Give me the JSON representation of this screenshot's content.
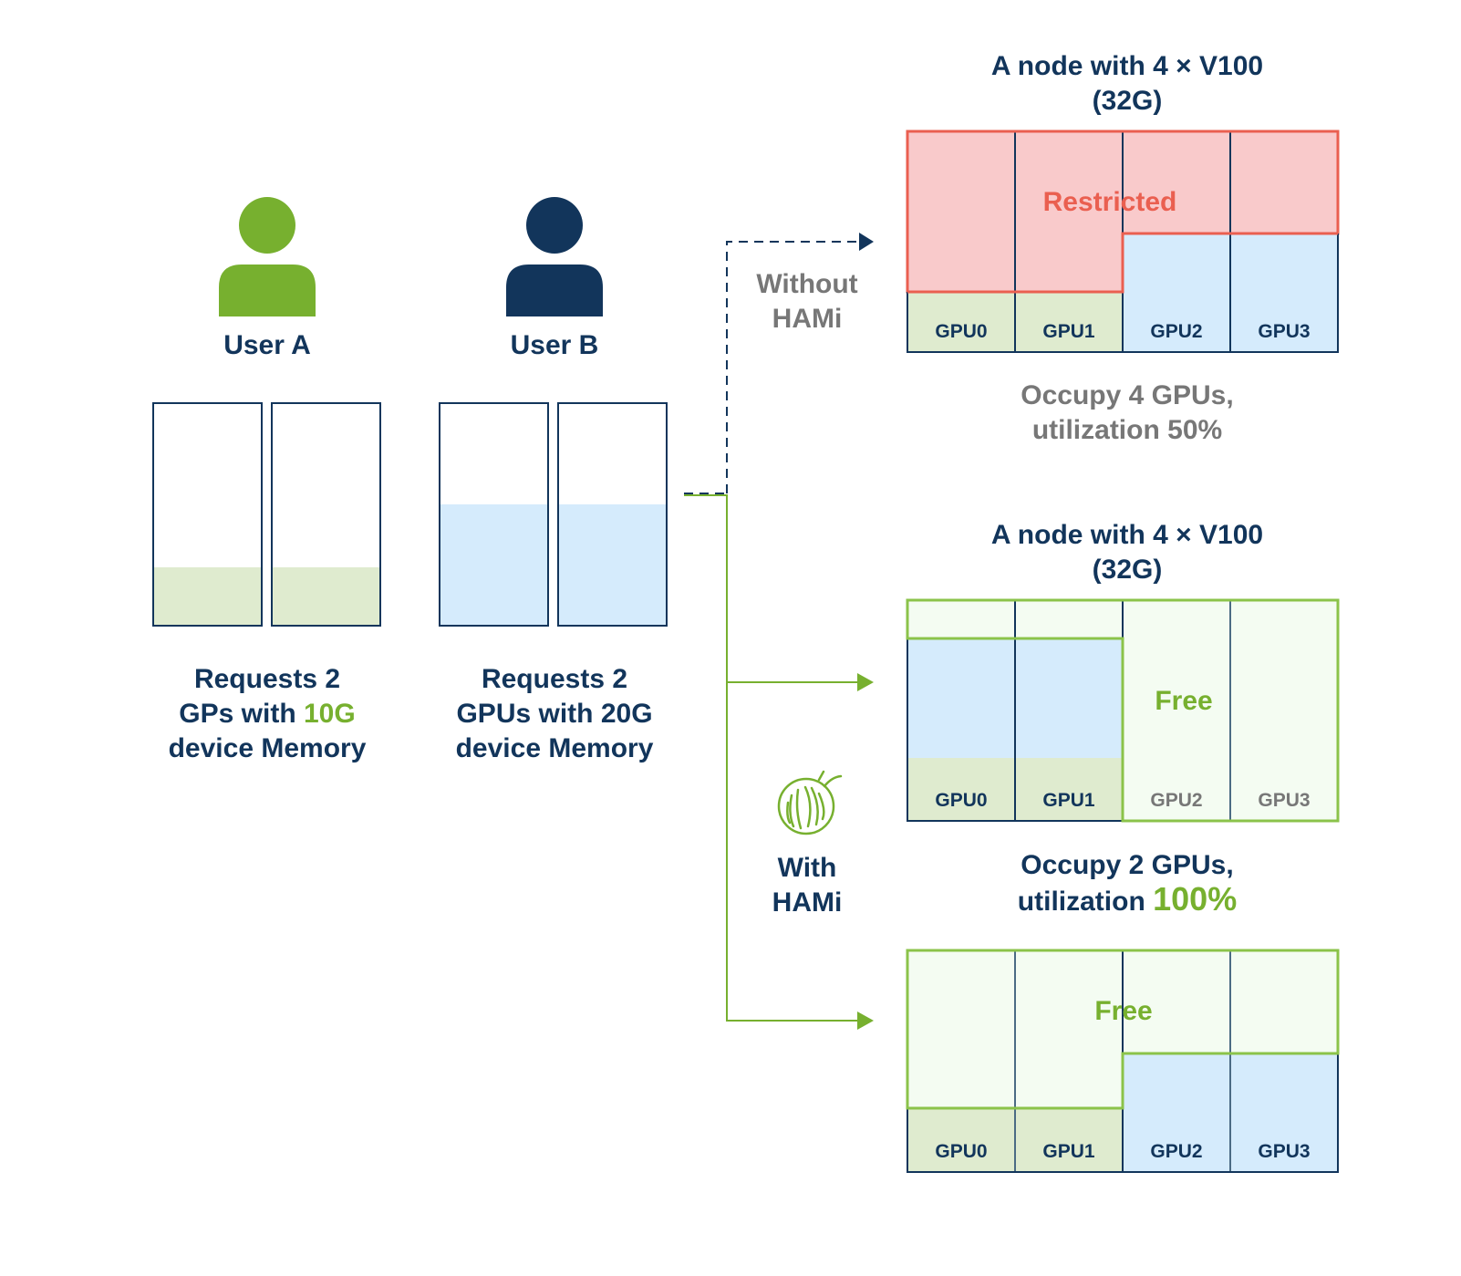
{
  "colors": {
    "navy": "#12355b",
    "green": "#77b02f",
    "green_light": "#dfebcf",
    "blue_light": "#d5ebfc",
    "free_bg": "#f4fcf2",
    "restricted_bg": "#f9cacb",
    "restricted_border": "#ea5f50",
    "gray_text": "#777777"
  },
  "users": [
    {
      "label": "User A",
      "icon": "person-icon",
      "color": "#77b02f",
      "request_lines": [
        "Requests 2",
        "GPs with ",
        "10G",
        "device Memory"
      ],
      "gpus": 2,
      "memory_request_gb": 10,
      "gpu_capacity_gb": 32,
      "fill_color": "#dfebcf"
    },
    {
      "label": "User B",
      "icon": "person-icon",
      "color": "#12355b",
      "request_lines": [
        "Requests 2",
        "GPUs with 20G",
        "device Memory"
      ],
      "gpus": 2,
      "memory_request_gb": 20,
      "gpu_capacity_gb": 32,
      "fill_color": "#d5ebfc"
    }
  ],
  "paths": {
    "without": {
      "label_lines": [
        "Without",
        "HAMi"
      ],
      "style": "dashed"
    },
    "with": {
      "label_lines": [
        "With",
        "HAMi"
      ],
      "icon": "hami-logo-icon",
      "style": "solid"
    }
  },
  "nodes": [
    {
      "title_lines": [
        "A node with 4 × V100",
        "(32G)"
      ],
      "scenario": "without-hami",
      "gpus": [
        "GPU0",
        "GPU1",
        "GPU2",
        "GPU3"
      ],
      "overlay_label": "Restricted",
      "summary_lines": [
        "Occupy 4 GPUs,",
        "utilization 50%"
      ],
      "summary_style": "gray"
    },
    {
      "title_lines": [
        "A node with 4 × V100",
        "(32G)"
      ],
      "scenario": "with-hami-stacked",
      "gpus": [
        "GPU0",
        "GPU1",
        "GPU2",
        "GPU3"
      ],
      "overlay_label": "Free",
      "summary_lines": [
        "Occupy 2 GPUs,",
        "utilization ",
        "100%"
      ],
      "summary_style": "navy"
    },
    {
      "scenario": "with-hami-spread",
      "gpus": [
        "GPU0",
        "GPU1",
        "GPU2",
        "GPU3"
      ],
      "overlay_label": "Free"
    }
  ]
}
